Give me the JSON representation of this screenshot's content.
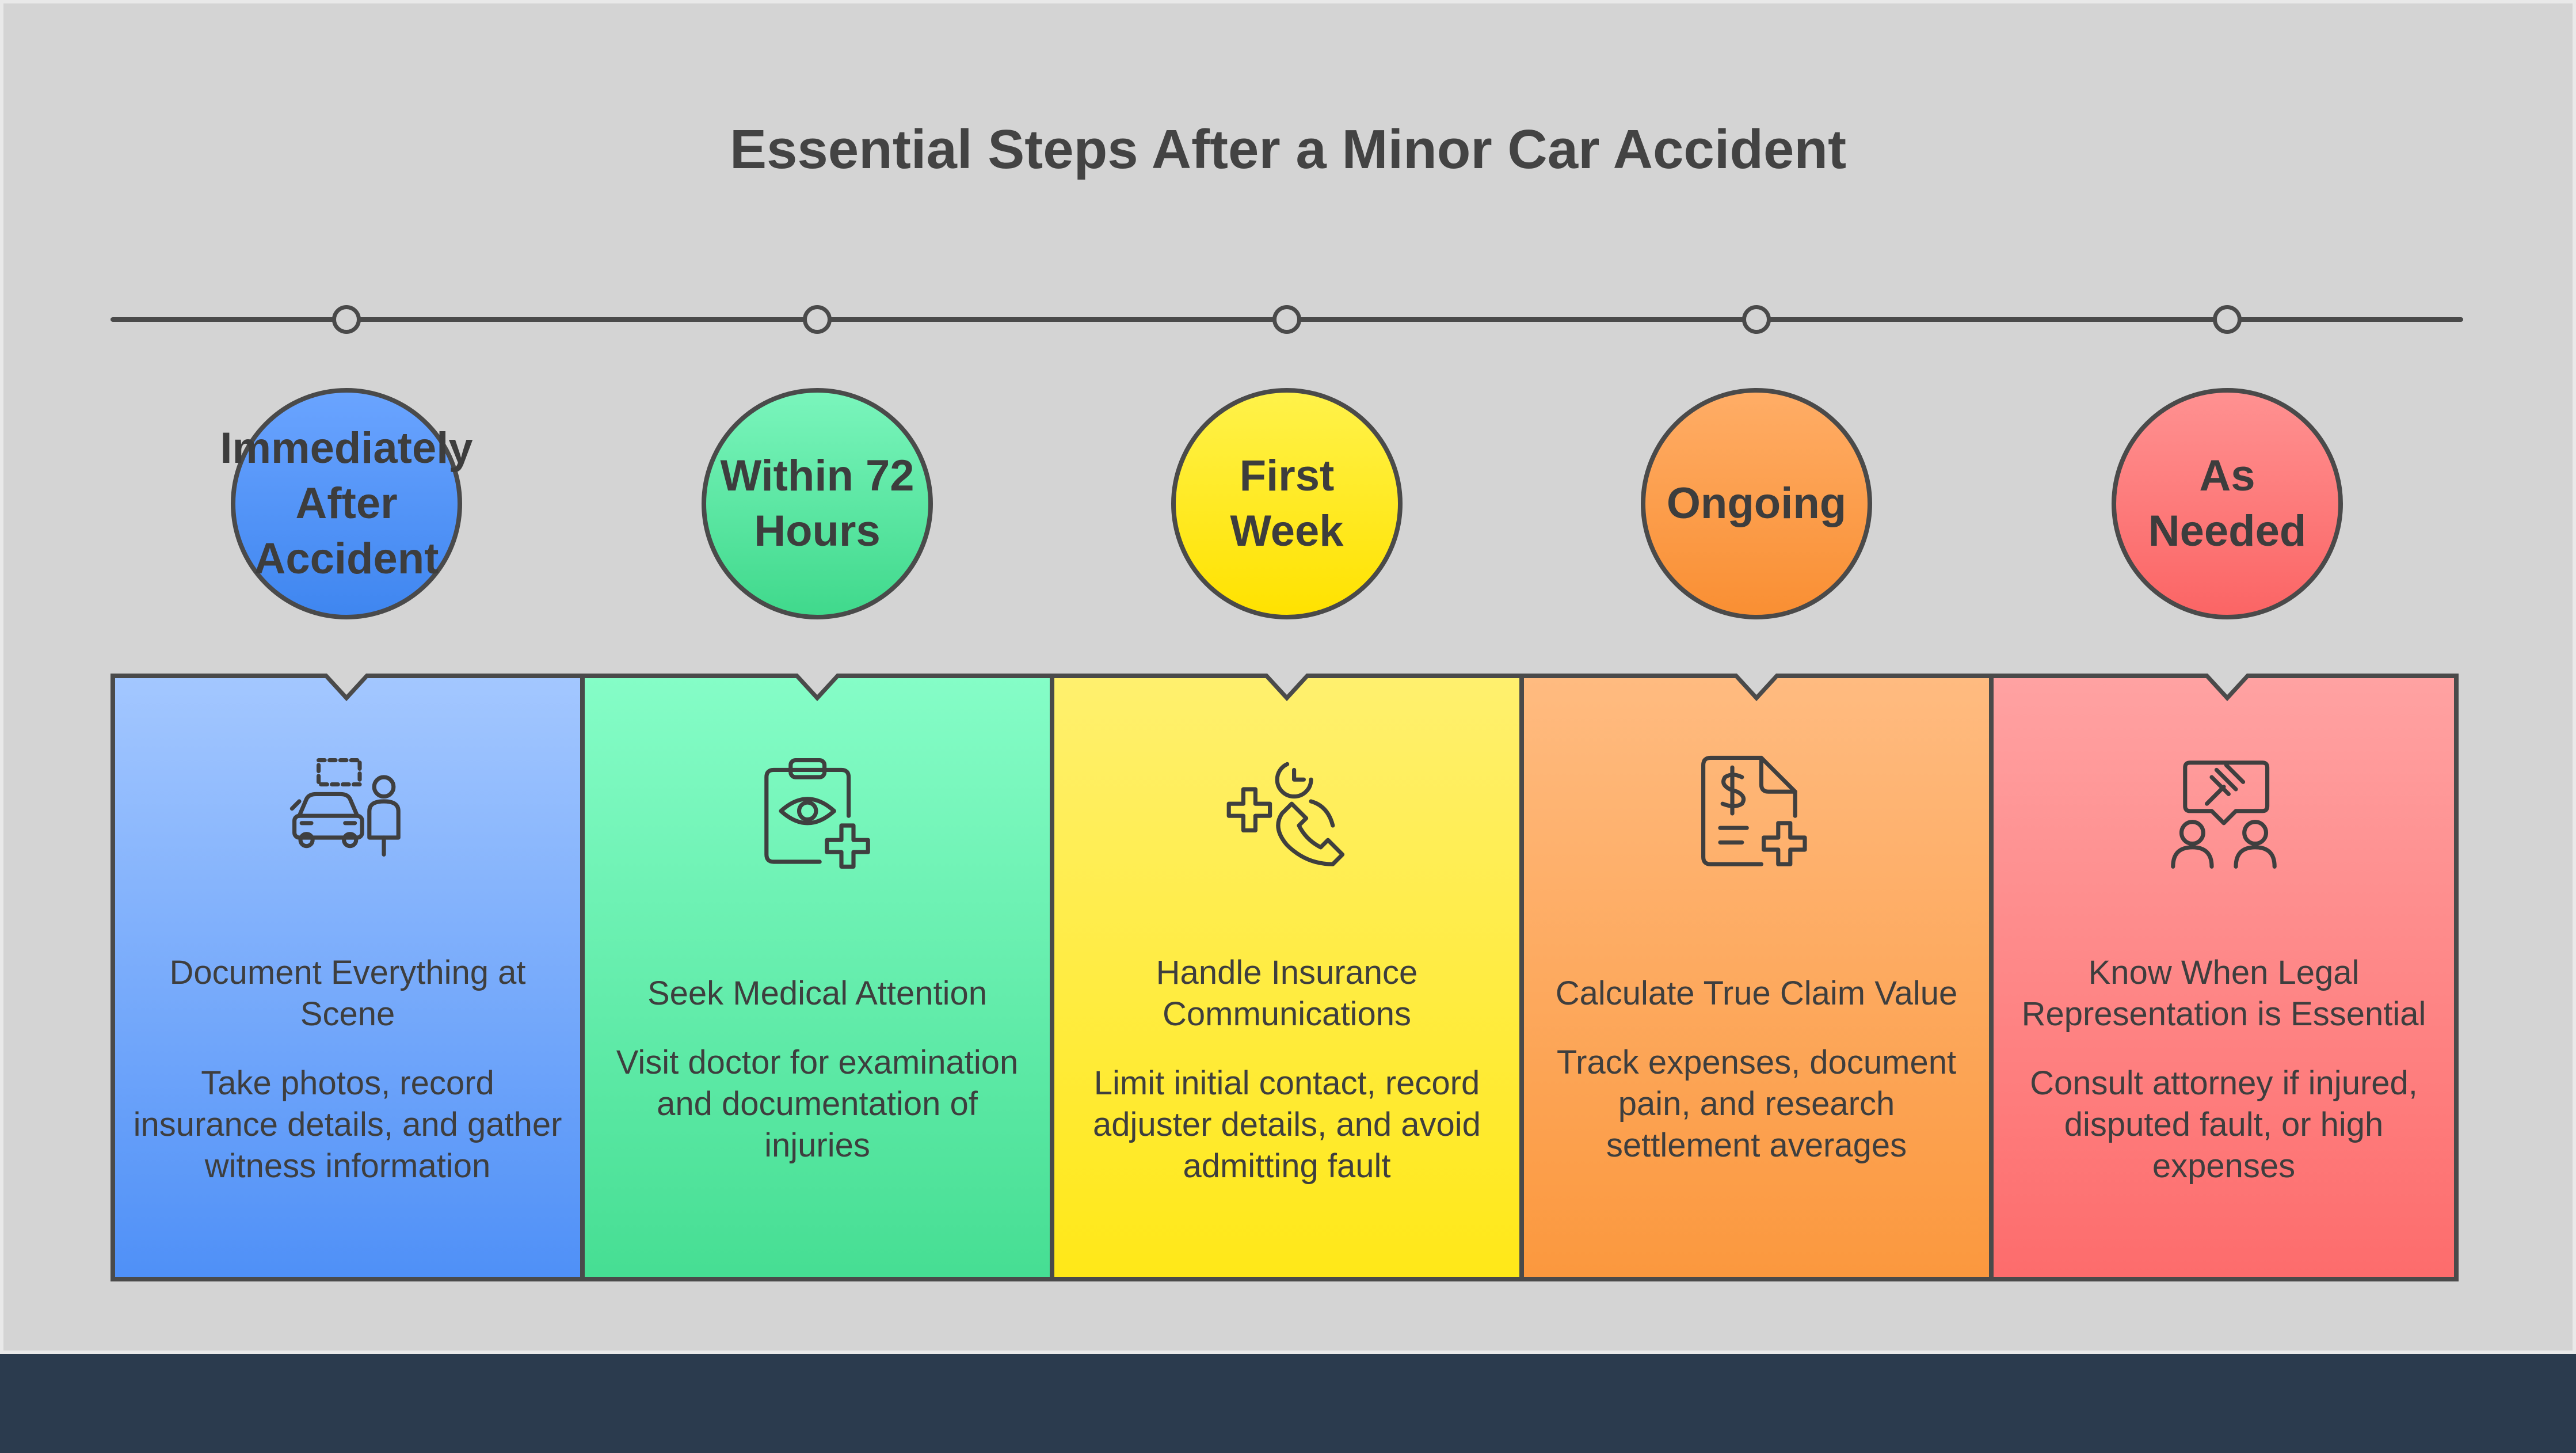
{
  "title": "Essential Steps After a Minor Car Accident",
  "stages": [
    {
      "label": "Immediately\nAfter\nAccident",
      "heading": "Document Everything at Scene",
      "description": "Take photos, record insurance details, and gather witness information",
      "icon": "car-person-icon",
      "color_top": "#a3c7ff",
      "color_bottom": "#4f90f7",
      "circle_top": "#6aa4ff",
      "circle_bottom": "#3f86f0"
    },
    {
      "label": "Within 72\nHours",
      "heading": "Seek Medical Attention",
      "description": "Visit doctor for examination and documentation of injuries",
      "icon": "medical-clipboard-icon",
      "color_top": "#85fdc7",
      "color_bottom": "#46de93",
      "circle_top": "#7af5bc",
      "circle_bottom": "#40d98c"
    },
    {
      "label": "First\nWeek",
      "heading": "Handle Insurance Communications",
      "description": "Limit initial contact, record adjuster details, and avoid admitting fault",
      "icon": "phone-clock-icon",
      "color_top": "#fff06e",
      "color_bottom": "#ffe818",
      "circle_top": "#fff24a",
      "circle_bottom": "#ffe200"
    },
    {
      "label": "Ongoing",
      "heading": "Calculate True Claim Value",
      "description": "Track expenses, document pain, and research settlement averages",
      "icon": "invoice-dollar-icon",
      "color_top": "#ffbb80",
      "color_bottom": "#fb983e",
      "circle_top": "#ffad66",
      "circle_bottom": "#f98f33"
    },
    {
      "label": "As\nNeeded",
      "heading": "Know When Legal Representation is Essential",
      "description": "Consult attorney if injured, disputed fault, or high expenses",
      "icon": "legal-consult-icon",
      "color_top": "#ffa2a2",
      "color_bottom": "#fd6c6c",
      "circle_top": "#ff9191",
      "circle_bottom": "#fb6565"
    }
  ]
}
